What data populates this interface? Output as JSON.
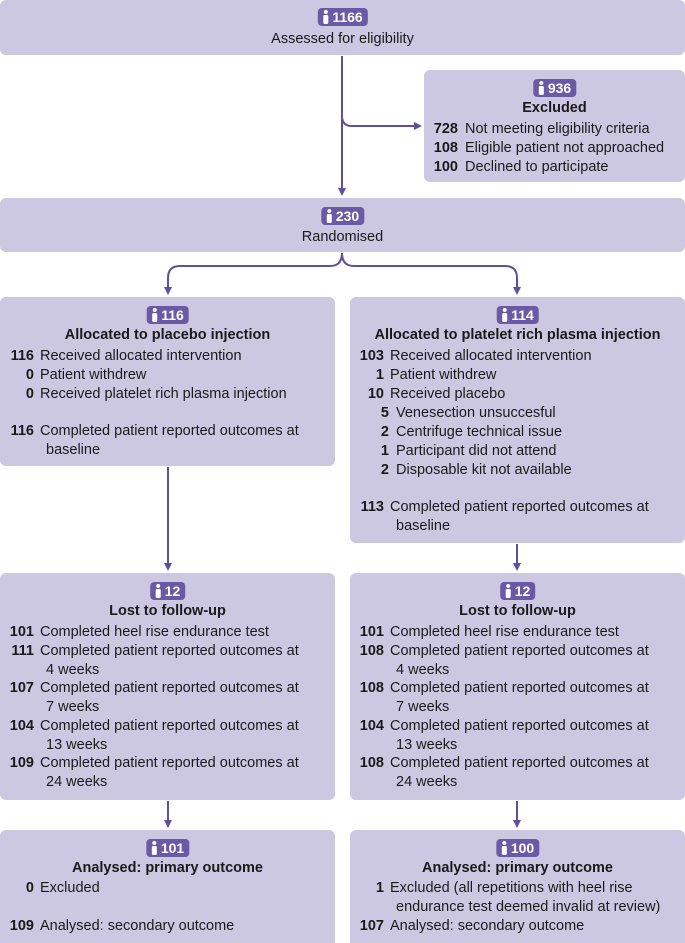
{
  "assessed": {
    "count": "1166",
    "label": "Assessed for eligibility"
  },
  "excluded": {
    "count": "936",
    "title": "Excluded",
    "items": [
      {
        "n": "728",
        "text": "Not meeting eligibility criteria"
      },
      {
        "n": "108",
        "text": "Eligible patient not approached"
      },
      {
        "n": "100",
        "text": "Declined to participate"
      }
    ]
  },
  "randomised": {
    "count": "230",
    "label": "Randomised"
  },
  "placebo_alloc": {
    "count": "116",
    "title": "Allocated to placebo injection",
    "items": [
      {
        "n": "116",
        "text": "Received allocated intervention"
      },
      {
        "n": "0",
        "text": "Patient withdrew"
      },
      {
        "n": "0",
        "text": "Received platelet rich plasma injection"
      },
      {
        "n": "116",
        "text": "Completed patient reported outcomes at",
        "text2": "baseline"
      }
    ]
  },
  "prp_alloc": {
    "count": "114",
    "title": "Allocated to platelet rich plasma injection",
    "items": [
      {
        "n": "103",
        "text": "Received allocated intervention"
      },
      {
        "n": "1",
        "text": "Patient withdrew"
      },
      {
        "n": "10",
        "text": "Received placebo"
      },
      {
        "n": "5",
        "text": "Venesection unsuccesful"
      },
      {
        "n": "2",
        "text": "Centrifuge technical issue"
      },
      {
        "n": "1",
        "text": "Participant did not attend"
      },
      {
        "n": "2",
        "text": "Disposable kit not available"
      },
      {
        "n": "113",
        "text": "Completed patient reported outcomes at",
        "text2": "baseline"
      }
    ]
  },
  "placebo_followup": {
    "count": "12",
    "title": "Lost to follow-up",
    "items": [
      {
        "n": "101",
        "text": "Completed heel rise endurance test"
      },
      {
        "n": "111",
        "text": "Completed patient reported outcomes at",
        "text2": "4 weeks"
      },
      {
        "n": "107",
        "text": "Completed patient reported outcomes at",
        "text2": "7 weeks"
      },
      {
        "n": "104",
        "text": "Completed patient reported outcomes at",
        "text2": "13 weeks"
      },
      {
        "n": "109",
        "text": "Completed patient reported outcomes at",
        "text2": "24 weeks"
      }
    ]
  },
  "prp_followup": {
    "count": "12",
    "title": "Lost to follow-up",
    "items": [
      {
        "n": "101",
        "text": "Completed heel rise endurance test"
      },
      {
        "n": "108",
        "text": "Completed patient reported outcomes at",
        "text2": "4 weeks"
      },
      {
        "n": "108",
        "text": "Completed patient reported outcomes at",
        "text2": "7 weeks"
      },
      {
        "n": "104",
        "text": "Completed patient reported outcomes at",
        "text2": "13 weeks"
      },
      {
        "n": "108",
        "text": "Completed patient reported outcomes at",
        "text2": "24 weeks"
      }
    ]
  },
  "placebo_analysed": {
    "count": "101",
    "title": "Analysed: primary outcome",
    "items": [
      {
        "n": "0",
        "text": "Excluded"
      },
      {
        "n": "109",
        "text": "Analysed: secondary outcome"
      }
    ]
  },
  "prp_analysed": {
    "count": "100",
    "title": "Analysed: primary outcome",
    "items": [
      {
        "n": "1",
        "text": "Excluded (all repetitions with heel rise",
        "text2": "endurance test deemed invalid at review)"
      },
      {
        "n": "107",
        "text": "Analysed: secondary outcome"
      }
    ]
  },
  "colors": {
    "box": "#cdc8e2",
    "badge": "#6a5aa6",
    "arrow": "#5f4f9e"
  },
  "icon": "person-icon"
}
